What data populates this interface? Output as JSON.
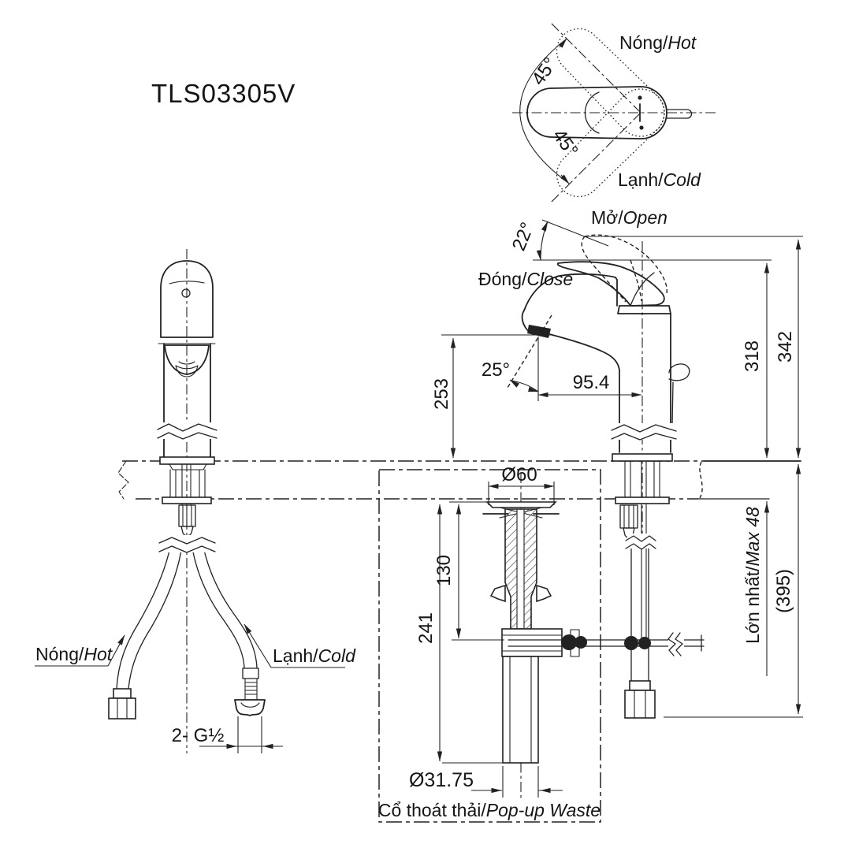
{
  "title": "TLS03305V",
  "top_view": {
    "hot_vi": "Nóng/",
    "hot_en": "Hot",
    "cold_vi": "Lạnh/",
    "cold_en": "Cold",
    "angle_hot": "45°",
    "angle_cold": "45°"
  },
  "side_view": {
    "open_vi": "Mở/",
    "open_en": "Open",
    "close_vi": "Đóng/",
    "close_en": "Close",
    "open_angle": "22°",
    "stream_angle": "25°",
    "spout_reach": "95.4",
    "spout_height": "253",
    "height_closed": "318",
    "height_open": "342",
    "deck_max_vi": "Lớn nhất/",
    "deck_max_en": "Max 48",
    "below_deck": "(395)"
  },
  "front_view": {
    "hot_vi": "Nóng/",
    "hot_en": "Hot",
    "cold_vi": "Lạnh/",
    "cold_en": "Cold",
    "thread": "2- G½"
  },
  "popup_waste": {
    "top_dia": "Ø60",
    "tail_length": "130",
    "total_length": "241",
    "pipe_dia": "Ø31.75",
    "label_vi": "Cổ thoát thải/",
    "label_en": "Pop-up Waste"
  }
}
